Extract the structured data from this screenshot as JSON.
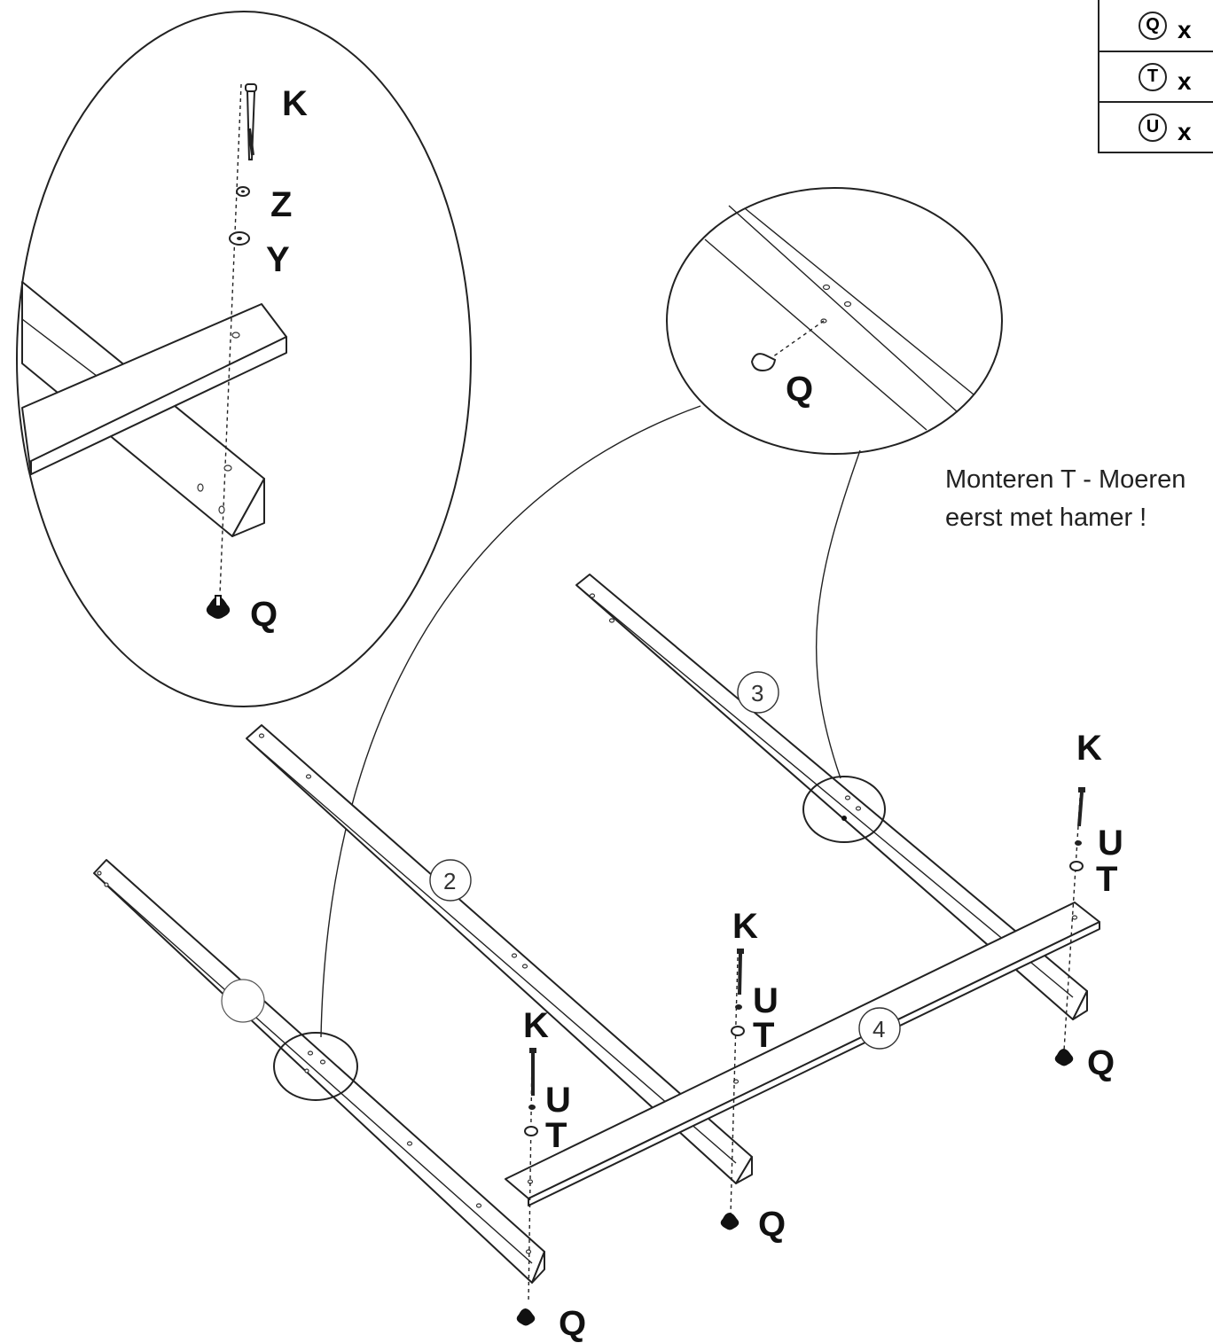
{
  "legend": [
    {
      "part": "Q",
      "mult": "x"
    },
    {
      "part": "T",
      "mult": "x"
    },
    {
      "part": "U",
      "mult": "x"
    }
  ],
  "note": [
    "Monteren T - Moeren",
    "eerst met hamer !"
  ],
  "labels": {
    "K": "K",
    "Z": "Z",
    "Y": "Y",
    "Q": "Q",
    "U": "U",
    "T": "T"
  },
  "beams": {
    "b2": "2",
    "b3": "3",
    "b4": "4"
  }
}
